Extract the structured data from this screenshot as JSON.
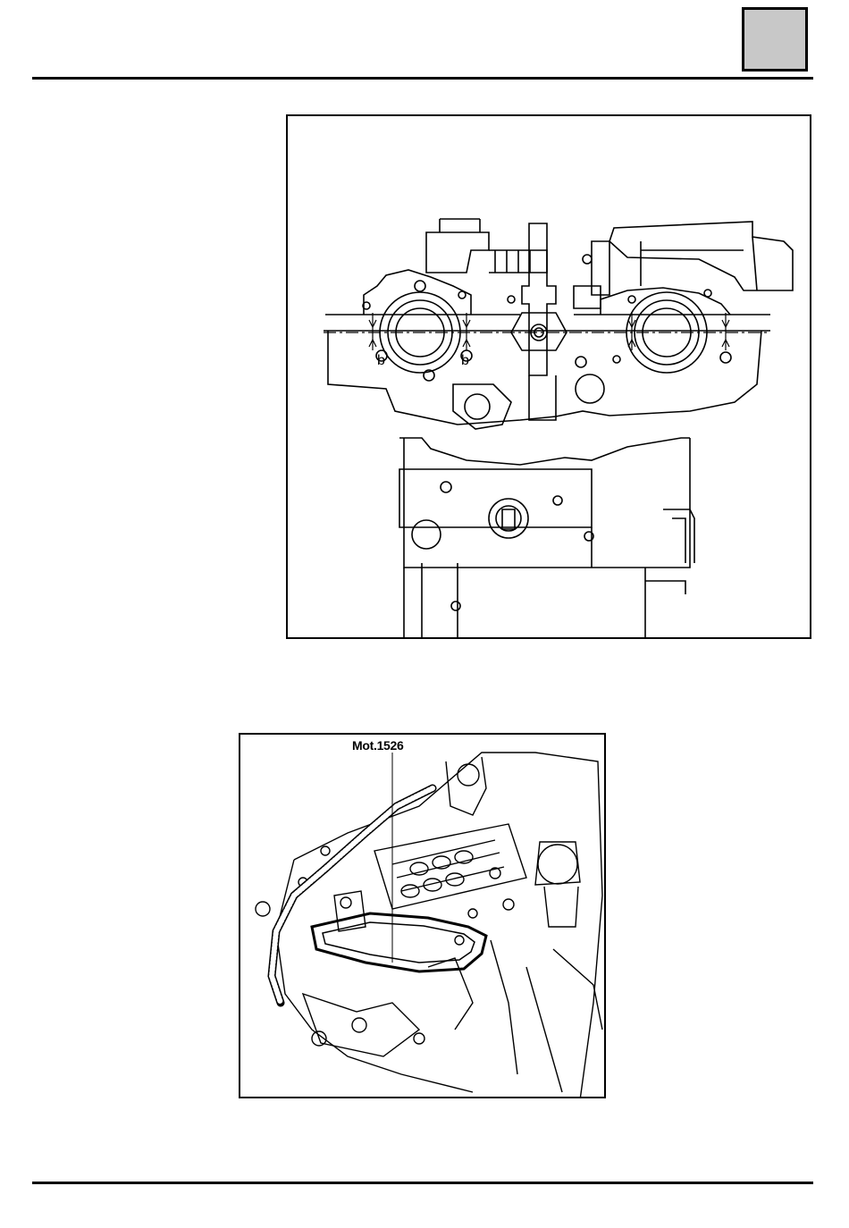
{
  "page": {
    "tab_color": "#c8c8c8"
  },
  "figure_top": {
    "marks": [
      "b",
      "b"
    ]
  },
  "figure_bottom": {
    "tool_label": "Mot.1526"
  }
}
